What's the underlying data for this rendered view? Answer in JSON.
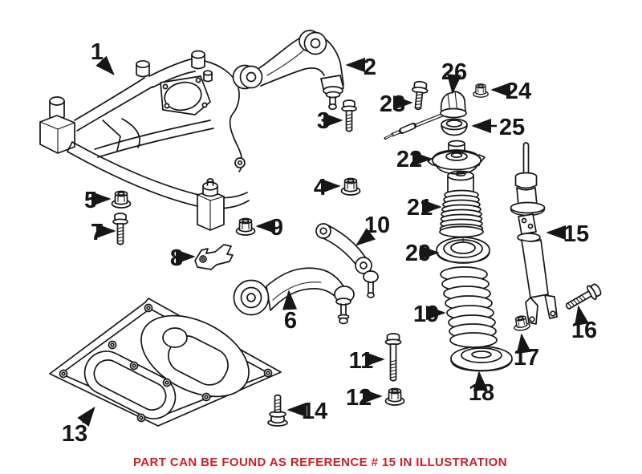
{
  "diagram": {
    "callouts": [
      {
        "label": "1"
      },
      {
        "label": "2"
      },
      {
        "label": "3"
      },
      {
        "label": "4"
      },
      {
        "label": "5"
      },
      {
        "label": "6"
      },
      {
        "label": "7"
      },
      {
        "label": "8"
      },
      {
        "label": "9"
      },
      {
        "label": "10"
      },
      {
        "label": "11"
      },
      {
        "label": "12"
      },
      {
        "label": "13"
      },
      {
        "label": "14"
      },
      {
        "label": "15"
      },
      {
        "label": "16"
      },
      {
        "label": "17"
      },
      {
        "label": "18"
      },
      {
        "label": "19"
      },
      {
        "label": "20"
      },
      {
        "label": "21"
      },
      {
        "label": "22"
      },
      {
        "label": "23"
      },
      {
        "label": "24"
      },
      {
        "label": "25"
      },
      {
        "label": "26"
      }
    ],
    "footer": {
      "text": "PART CAN BE FOUND AS REFERENCE # 15 IN ILLUSTRATION",
      "reference_number": "15",
      "color": "#cc2027"
    },
    "colors": {
      "background": "#ffffff",
      "line": "#161616",
      "label_text": "#161616"
    }
  }
}
